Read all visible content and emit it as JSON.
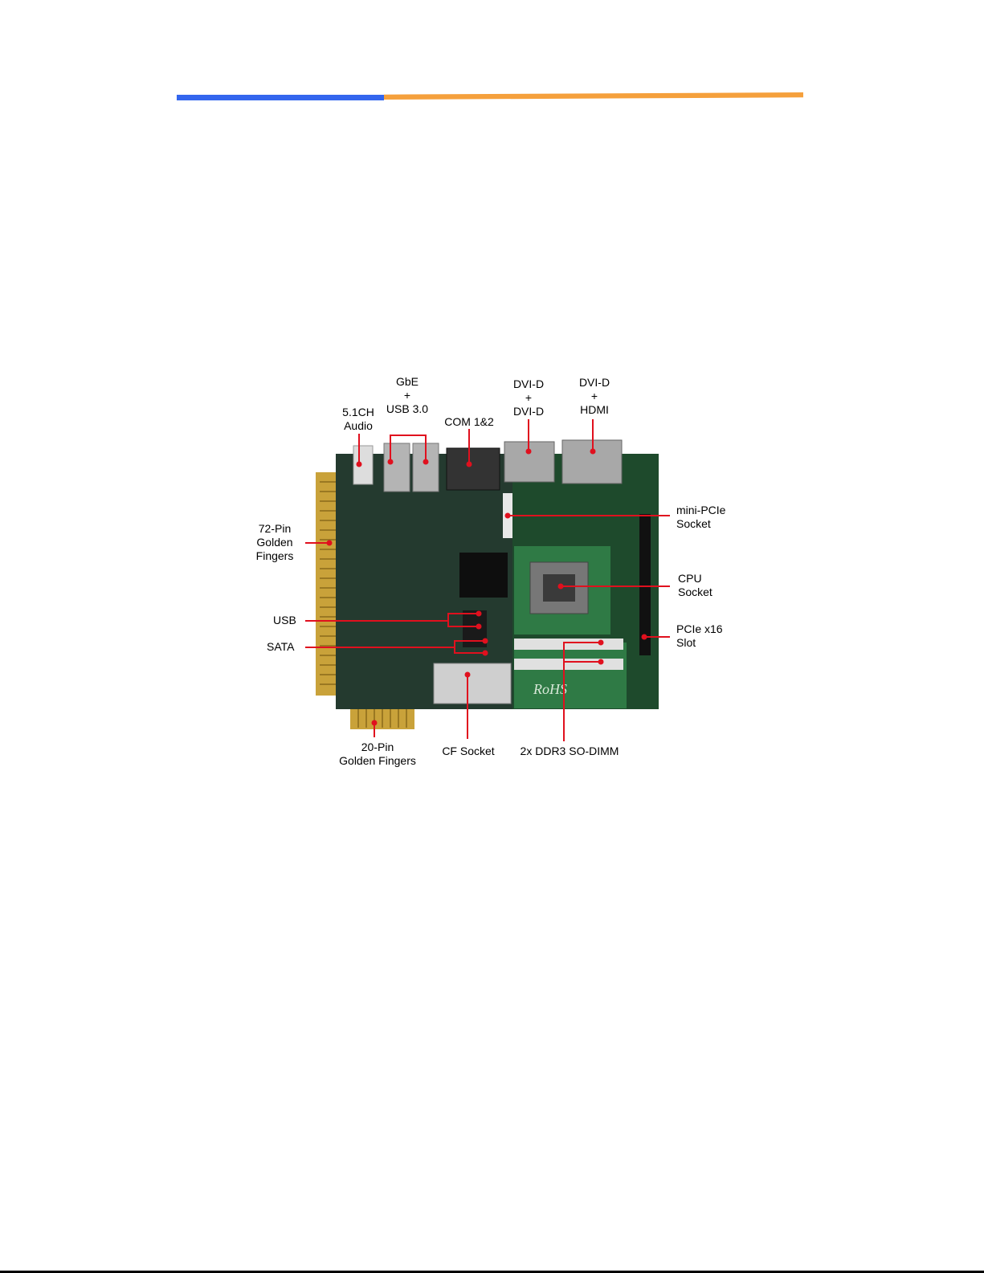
{
  "header": {
    "accent_left": "#3366ee",
    "accent_right": "#f5a03c"
  },
  "labels": {
    "audio": [
      "5.1CH",
      "Audio"
    ],
    "gbe": [
      "GbE",
      "+",
      "USB 3.0"
    ],
    "com": [
      "COM 1&2"
    ],
    "dvi_dvi": [
      "DVI-D",
      "+",
      "DVI-D"
    ],
    "dvi_hdmi": [
      "DVI-D",
      "+",
      "HDMI"
    ],
    "pin72": [
      "72-Pin",
      "Golden",
      "Fingers"
    ],
    "usb": [
      "USB"
    ],
    "sata": [
      "SATA"
    ],
    "mini_pcie": [
      "mini-PCIe",
      "Socket"
    ],
    "cpu": [
      "CPU",
      "Socket"
    ],
    "pcie": [
      "PCIe x16",
      "Slot"
    ],
    "pin20": [
      "20-Pin",
      "Golden Fingers"
    ],
    "cf": [
      "CF Socket"
    ],
    "ddr3": [
      "2x DDR3 SO-DIMM"
    ]
  },
  "board_marking": "RoHS",
  "colors": {
    "pcb": "#1e4a2c",
    "gold": "#c9a23a",
    "callout": "#e0101e"
  }
}
